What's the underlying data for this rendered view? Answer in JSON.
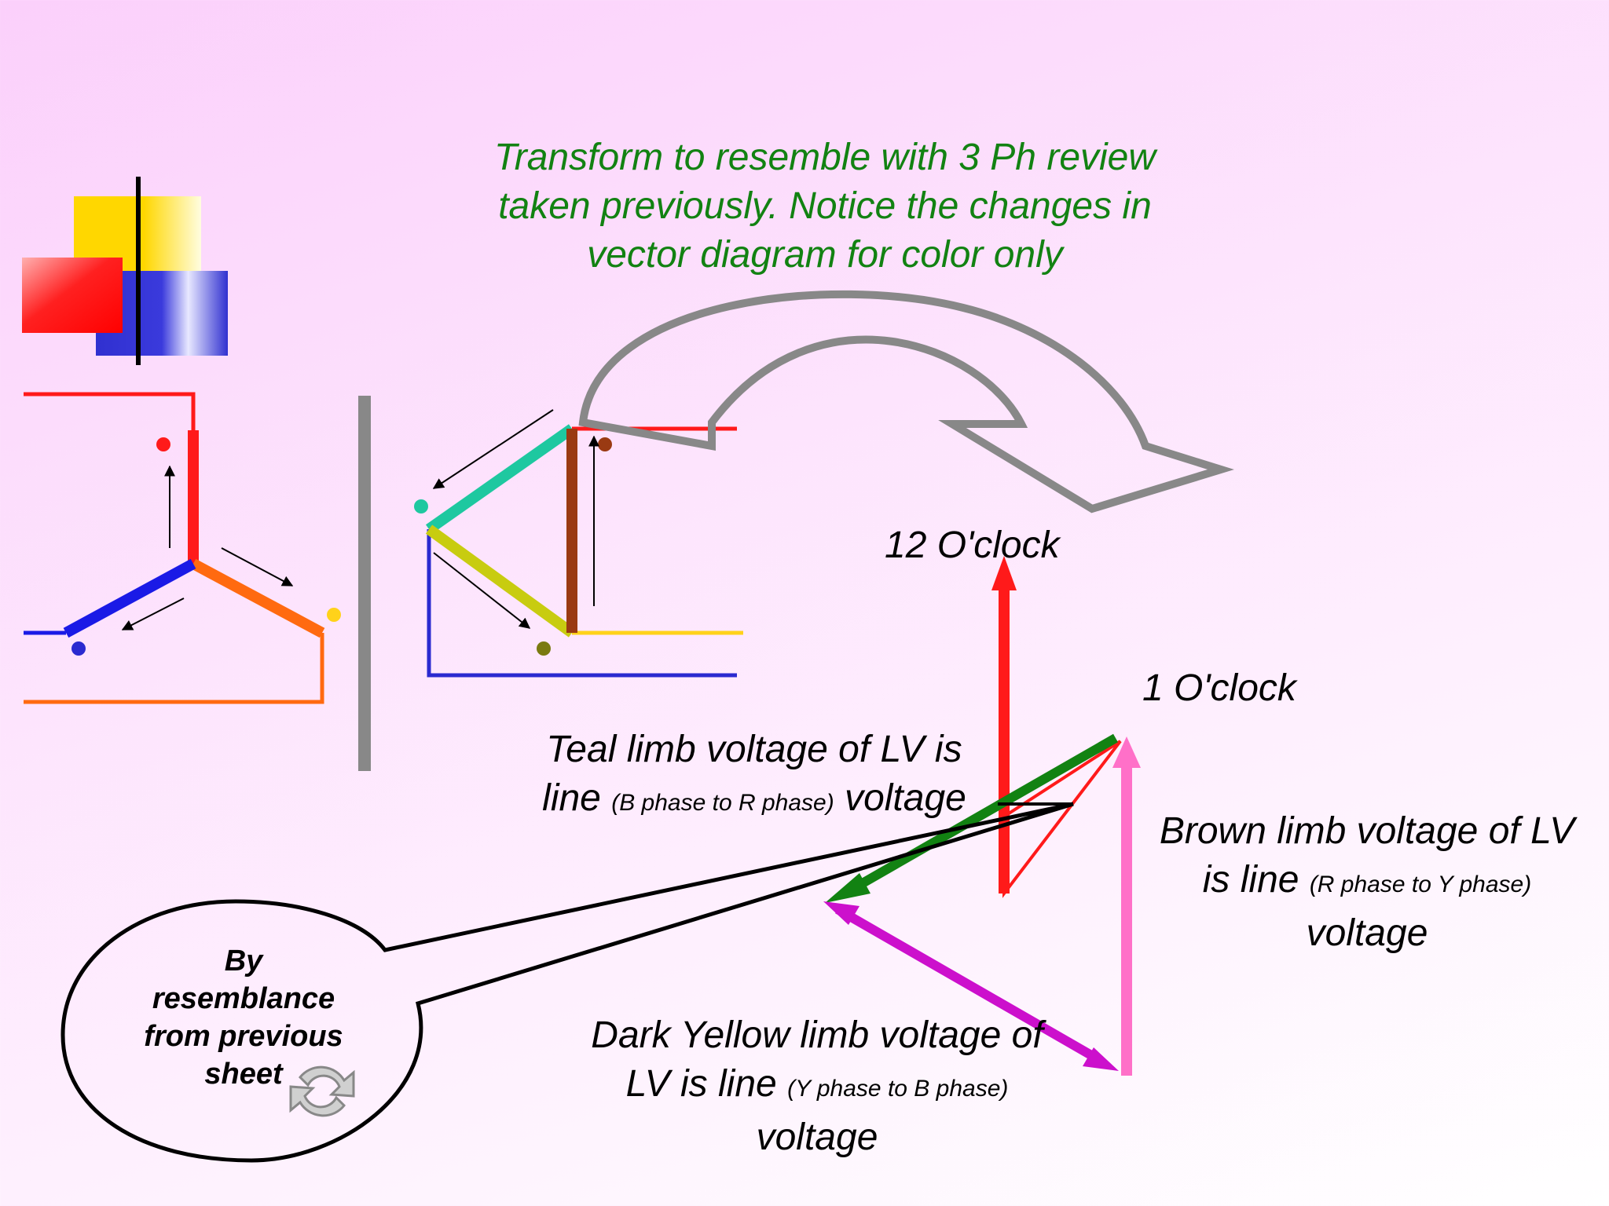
{
  "title_lines": [
    "Transform to resemble with 3 Ph review",
    "taken previously. Notice the changes in",
    "vector diagram for color only"
  ],
  "labels": {
    "twelve_oclock": "12 O'clock",
    "one_oclock": "1 O'clock",
    "teal_line1": "Teal limb voltage of LV  is",
    "teal_line2_a": "line",
    "teal_line2_small": "(B phase to R phase)",
    "teal_line2_b": "voltage",
    "brown_line1": "Brown limb voltage of LV",
    "brown_line2_a": "is line",
    "brown_line2_small": "(R phase to Y phase)",
    "brown_line3": "voltage",
    "yellow_line1": "Dark Yellow limb voltage of",
    "yellow_line2_a": "LV is line",
    "yellow_line2_small": "(Y phase to B phase)",
    "yellow_line3": "voltage"
  },
  "bubble_lines": [
    "By",
    "resemblance",
    "from previous",
    "sheet"
  ],
  "icons": {
    "refresh": "refresh-icon"
  },
  "colors": {
    "title_green": "#128212",
    "red": "#ff1a1a",
    "orange": "#ff6a10",
    "blue": "#1a1ae6",
    "teal": "#1ec8a0",
    "yellow_green": "#c8cc10",
    "brown": "#9a3a12",
    "magenta": "#cc10cc",
    "pink": "#ff70c8",
    "green": "#128212",
    "gray": "#888888"
  }
}
